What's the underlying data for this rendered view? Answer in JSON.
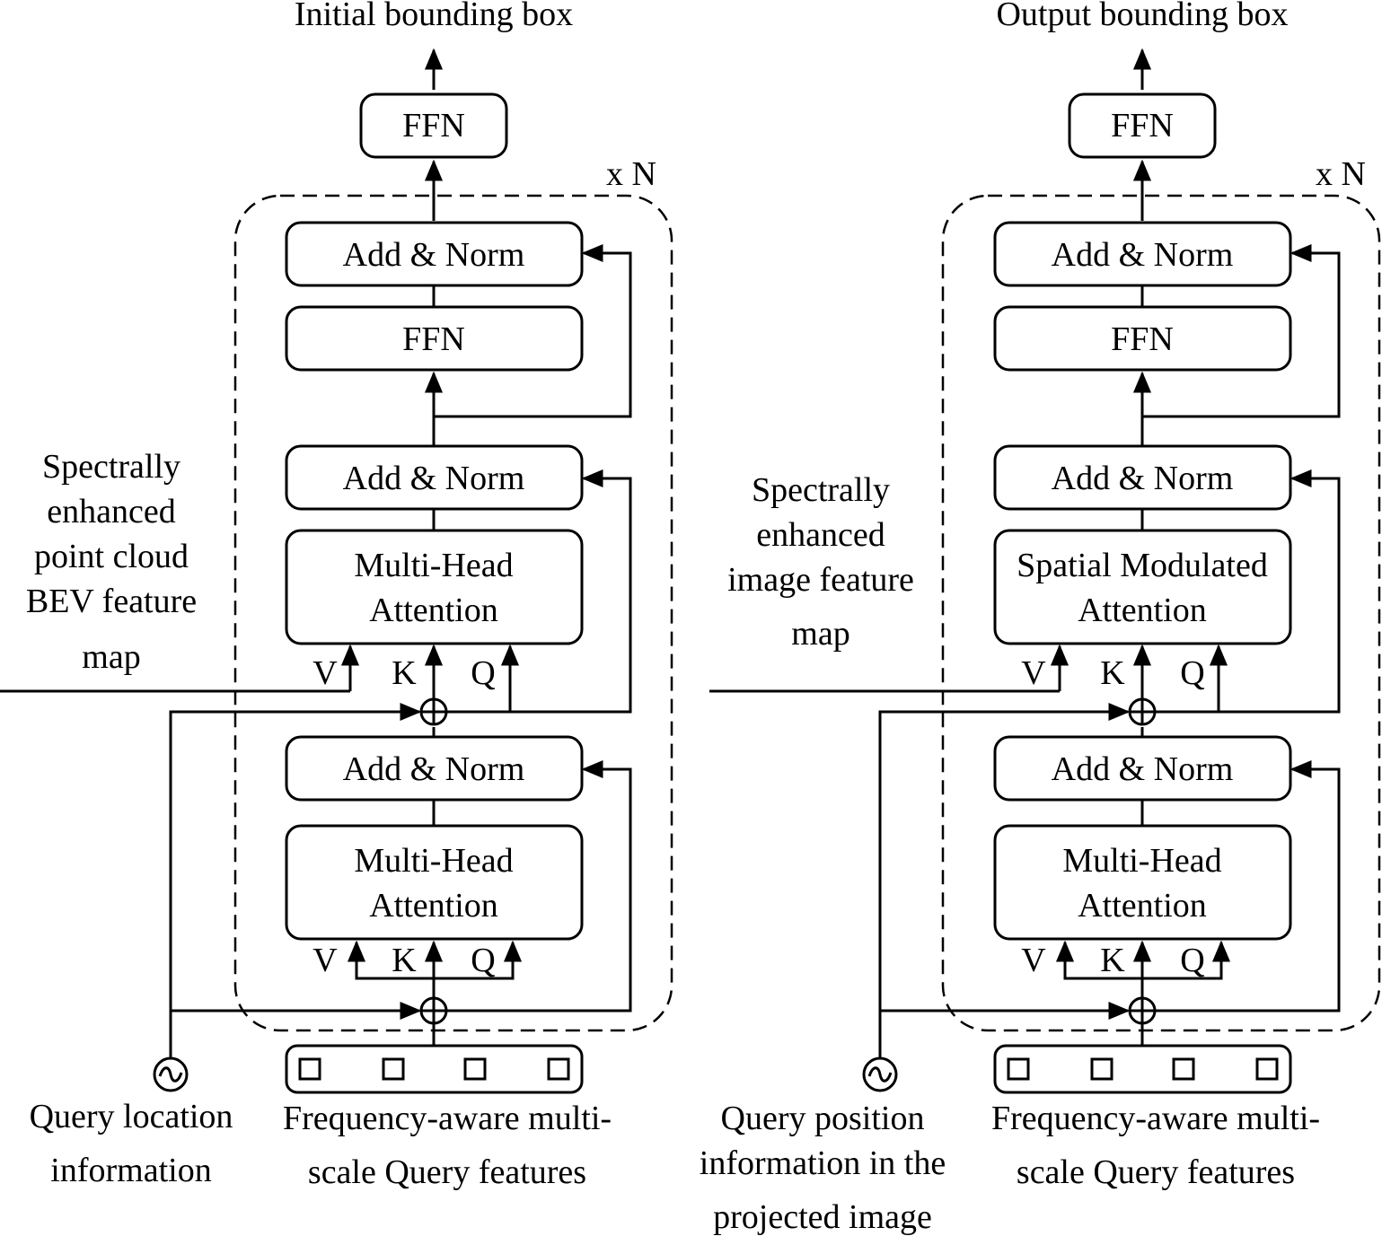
{
  "left_block": {
    "title": "Initial bounding box",
    "repeat": "x N",
    "ffn_top": "FFN",
    "add_norm_3": "Add & Norm",
    "ffn_inner": "FFN",
    "add_norm_2": "Add & Norm",
    "cross_attention": [
      "Multi-Head",
      "Attention"
    ],
    "add_norm_1": "Add & Norm",
    "self_attention": [
      "Multi-Head",
      "Attention"
    ],
    "input_label": [
      "Spectrally",
      "enhanced",
      "point cloud",
      "BEV feature",
      "map"
    ],
    "query_label": [
      "Query location",
      "information"
    ],
    "features_label": [
      "Frequency-aware multi-",
      "scale Query features"
    ],
    "v": "V",
    "k": "K",
    "q": "Q"
  },
  "right_block": {
    "title": "Output bounding box",
    "repeat": "x N",
    "ffn_top": "FFN",
    "add_norm_3": "Add & Norm",
    "ffn_inner": "FFN",
    "add_norm_2": "Add & Norm",
    "cross_attention": [
      "Spatial Modulated",
      "Attention"
    ],
    "add_norm_1": "Add & Norm",
    "self_attention": [
      "Multi-Head",
      "Attention"
    ],
    "input_label": [
      "Spectrally",
      "enhanced",
      "image feature",
      "map"
    ],
    "query_label": [
      "Query position",
      "information in the",
      "projected image"
    ],
    "features_label": [
      "Frequency-aware multi-",
      "scale Query features"
    ],
    "v": "V",
    "k": "K",
    "q": "Q"
  }
}
